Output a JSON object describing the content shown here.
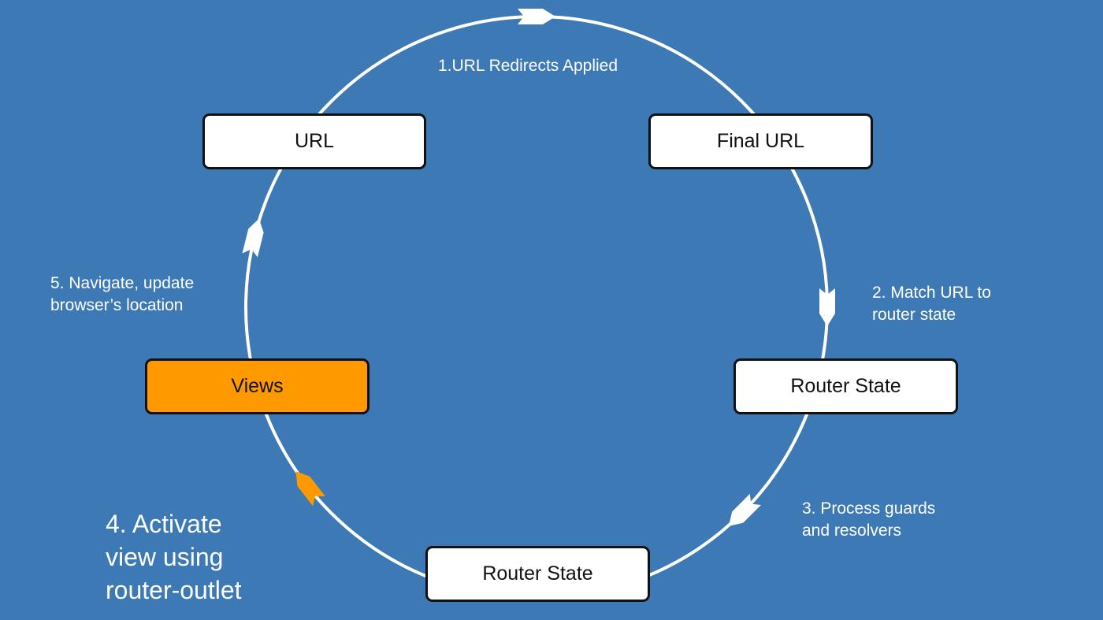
{
  "colors": {
    "background": "#3d79b4",
    "ring": "#ffffff",
    "node_fill": "#ffffff",
    "node_border": "#111111",
    "active_fill": "#fe9900",
    "active_arrow": "#fe9900",
    "label_text": "#ffffff"
  },
  "nodes": {
    "url": "URL",
    "final_url": "Final URL",
    "router_state_right": "Router State",
    "router_state_bottom": "Router State",
    "views": "Views"
  },
  "steps": {
    "step1": {
      "lines": [
        "1.URL Redirects Applied"
      ]
    },
    "step2": {
      "lines": [
        "2. Match URL to",
        "router state"
      ]
    },
    "step3": {
      "lines": [
        "3. Process guards",
        "and resolvers"
      ]
    },
    "step4": {
      "lines": [
        "4. Activate",
        "view using",
        "router-outlet"
      ]
    },
    "step5": {
      "lines": [
        "5. Navigate, update",
        "browser’s location"
      ]
    }
  },
  "arrows": [
    {
      "name": "arrow-step1-icon",
      "highlight": false
    },
    {
      "name": "arrow-step2-icon",
      "highlight": false
    },
    {
      "name": "arrow-step3-icon",
      "highlight": false
    },
    {
      "name": "arrow-step4-icon",
      "highlight": true
    },
    {
      "name": "arrow-step5-icon",
      "highlight": false
    }
  ]
}
